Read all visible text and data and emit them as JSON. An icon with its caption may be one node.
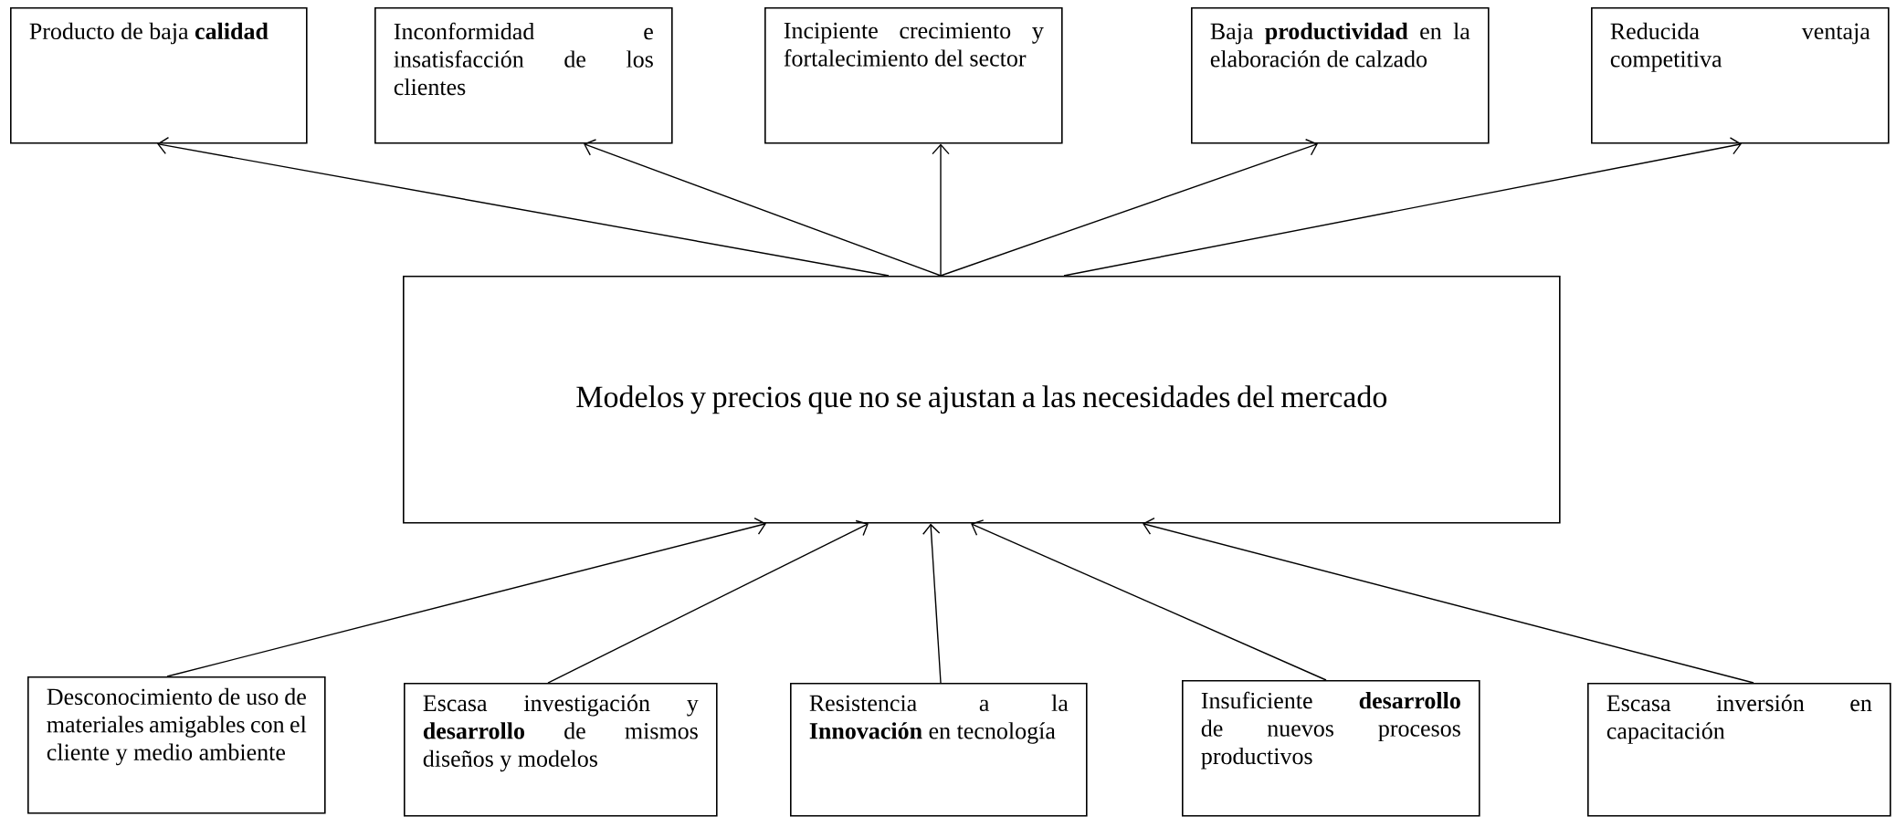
{
  "diagram": {
    "nodes": [
      {
        "text": [
          "Producto de baja **calidad**"
        ]
      },
      {
        "text": [
          "Inconformidad e insatisfacción de los clientes"
        ]
      },
      {
        "text": [
          "Incipiente crecimiento y fortalecimiento del sector"
        ]
      },
      {
        "text": [
          "Baja **productividad** en la elaboración de calzado"
        ]
      },
      {
        "text": [
          "Reducida ventaja competitiva"
        ]
      },
      {
        "text": [
          "Modelos y precios que no se ajustan a las necesidades del mercado"
        ]
      },
      {
        "text": [
          "Desconocimiento de uso de materiales amigables con el cliente y medio ambiente"
        ]
      },
      {
        "text": [
          "Escasa investigación y **desarrollo** de mismos diseños y modelos"
        ]
      },
      {
        "text": [
          "Resistencia a la **Innovación** en tecnología"
        ]
      },
      {
        "text": [
          "Insuficiente **desarrollo** de nuevos procesos productivos"
        ]
      },
      {
        "text": [
          "Escasa inversión en capacitación"
        ]
      }
    ],
    "edges": [
      {
        "from": 5,
        "to": 0,
        "arrow": "to"
      },
      {
        "from": 5,
        "to": 1,
        "arrow": "to"
      },
      {
        "from": 5,
        "to": 2,
        "arrow": "to"
      },
      {
        "from": 5,
        "to": 3,
        "arrow": "to"
      },
      {
        "from": 5,
        "to": 4,
        "arrow": "to"
      },
      {
        "from": 6,
        "to": 5,
        "arrow": "to"
      },
      {
        "from": 7,
        "to": 5,
        "arrow": "to"
      },
      {
        "from": 8,
        "to": 5,
        "arrow": "to"
      },
      {
        "from": 9,
        "to": 5,
        "arrow": "to"
      },
      {
        "from": 10,
        "to": 5,
        "arrow": "to"
      }
    ]
  }
}
